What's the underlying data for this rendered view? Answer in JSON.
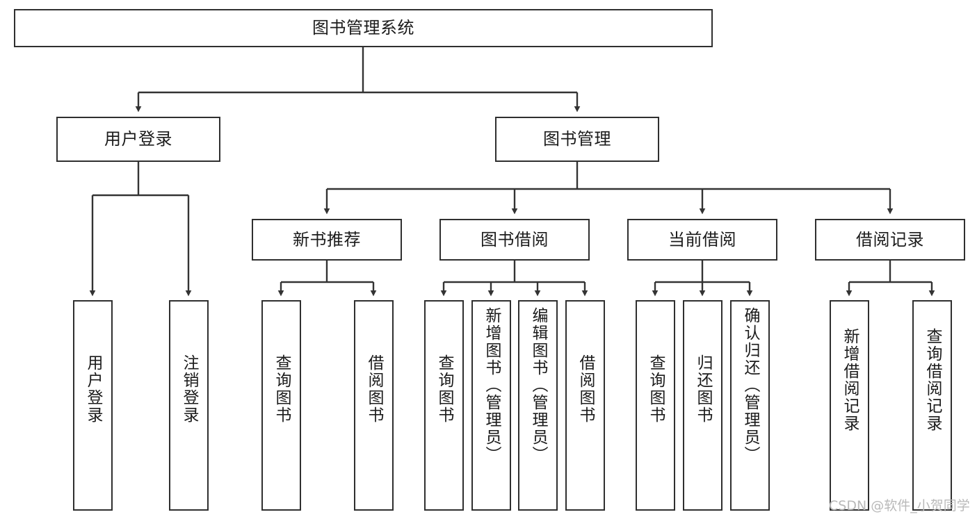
{
  "diagram": {
    "type": "tree",
    "title": "图书管理系统",
    "orientation": "top-down",
    "colors": {
      "node_border": "#2f2f2f",
      "node_fill": "#ffffff",
      "edge": "#333333",
      "text": "#1b1b1b",
      "watermark": "#b9b9b9",
      "background": "#ffffff"
    },
    "watermark": "CSDN @软件_小贺同学",
    "levels": 4,
    "root": {
      "label": "图书管理系统"
    },
    "level2": [
      {
        "label": "用户登录"
      },
      {
        "label": "图书管理"
      }
    ],
    "level3": [
      {
        "label": "新书推荐"
      },
      {
        "label": "图书借阅"
      },
      {
        "label": "当前借阅"
      },
      {
        "label": "借阅记录"
      }
    ],
    "leaves_user_login": [
      {
        "label": "用户登录"
      },
      {
        "label": "注销登录"
      }
    ],
    "leaves_new_book": [
      {
        "label": "查询图书"
      },
      {
        "label": "借阅图书"
      }
    ],
    "leaves_borrow": [
      {
        "label": "查询图书"
      },
      {
        "label": "新增图书（管理员）"
      },
      {
        "label": "编辑图书（管理员）"
      },
      {
        "label": "借阅图书"
      }
    ],
    "leaves_current": [
      {
        "label": "查询图书"
      },
      {
        "label": "归还图书"
      },
      {
        "label": "确认归还（管理员）"
      }
    ],
    "leaves_record": [
      {
        "label": "新增借阅记录"
      },
      {
        "label": "查询借阅记录"
      }
    ]
  }
}
